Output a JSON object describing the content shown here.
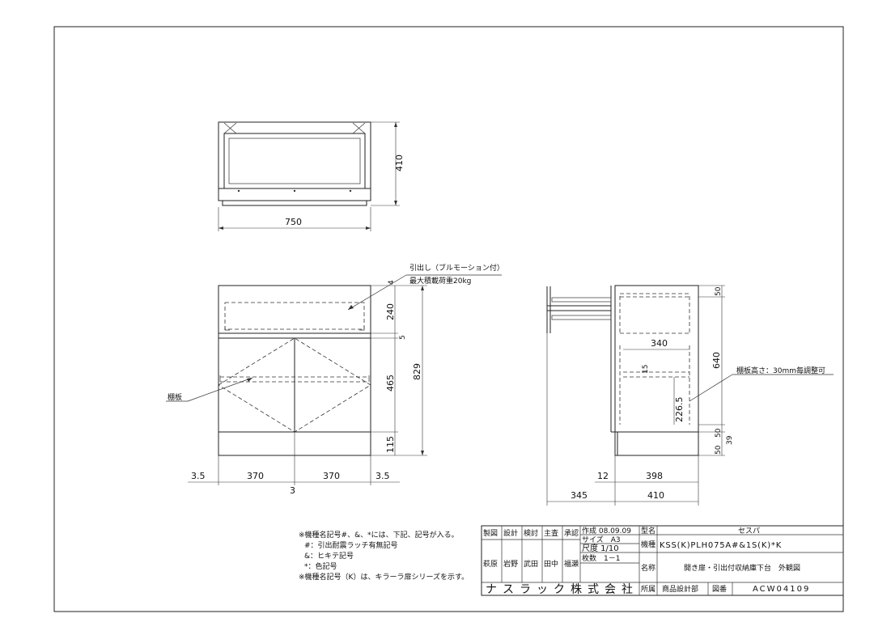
{
  "dimensions": {
    "top_height": "410",
    "top_width": "750",
    "drawer_top": "4",
    "drawer_h": "240",
    "gap": "5",
    "door_h": "465",
    "base_h": "115",
    "total_h": "829",
    "left_margin": "3.5",
    "door_w1": "370",
    "door_w2": "370",
    "right_margin": "3.5",
    "center_gap": "3",
    "side_top": "50",
    "side_mid": "640",
    "side_b1": "50",
    "side_b2": "39",
    "side_b3": "50",
    "shelf_depth": "340",
    "shelf_thk": "15",
    "shelf_pos": "226.5",
    "side_12": "12",
    "side_398": "398",
    "side_345": "345",
    "side_410": "410"
  },
  "labels": {
    "drawer_note_1": "引出し（ブルモーション付）",
    "drawer_note_2": "最大積載荷重20kg",
    "shelf": "棚板",
    "shelf_height": "棚板高さ：30mm毎調整可"
  },
  "notes": [
    "※機種名記号#、&、*には、下記、記号が入る。",
    "#：引出耐震ラッチ有無記号",
    "&：ヒキテ記号",
    "*：色記号",
    "※機種名記号（K）は、キラーラ扉シリーズを示す。"
  ],
  "title_block": {
    "roles": [
      "製図",
      "設計",
      "検討",
      "主査",
      "承認"
    ],
    "names": [
      "萩原",
      "岩野",
      "武田",
      "田中",
      "福瀬"
    ],
    "created": "作成 08.09.09",
    "size": "サイズ　A3",
    "scale": "尺度 1/10",
    "sheets": "枚数　1－1",
    "company": "ナスラック株式会社",
    "model_label": "型名",
    "model_value": "セスパ",
    "type_label": "機種",
    "type_value": "KSS(K)PLH075A#&1S(K)*K",
    "name_label": "名称",
    "name_value": "開き扉・引出付収納庫下台　外観図",
    "dept_label": "所属",
    "dept_value": "商品設計部",
    "drawing_label": "図番",
    "drawing_value": "ACW04109"
  }
}
